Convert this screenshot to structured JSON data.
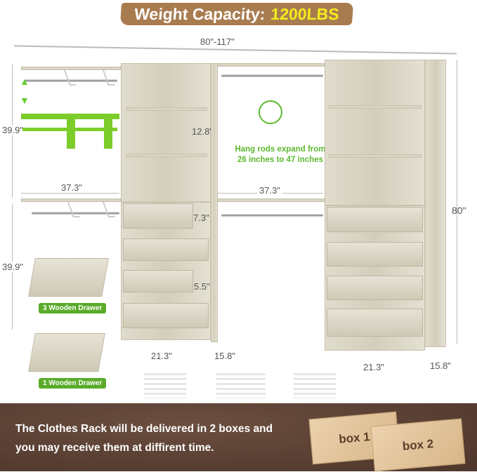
{
  "banner": {
    "label": "Weight Capacity:",
    "value": "1200LBS"
  },
  "dimensions": {
    "total_width": "80\"-117\"",
    "height": "80\"",
    "upper_section": "39.9\"",
    "lower_section": "39.9\"",
    "shelf_spacing": "12.8\"",
    "left_rod_width": "37.3\"",
    "middle_rod_width": "37.3\"",
    "top_drawer_height": "7.3\"",
    "drawer_height": "5.5\"",
    "left_tower_width": "21.3\"",
    "left_tower_depth": "15.8\"",
    "right_tower_width": "21.3\"",
    "right_tower_depth": "15.8\""
  },
  "callout": {
    "text": "Hang rods expand from 26 inches to 47 inches"
  },
  "drawers": [
    {
      "label": "3 Wooden Drawer"
    },
    {
      "label": "1 Wooden Drawer"
    }
  ],
  "delivery": {
    "line1": "The Clothes Rack will be delivered in 2 boxes and",
    "line2": "you may receive them at diffirent time.",
    "boxes": [
      "box 1",
      "box 2"
    ]
  },
  "colors": {
    "banner": "#a97c50",
    "highlight": "#f4ec1c",
    "accent_green": "#5cb82e",
    "footer": "#5a4033"
  }
}
